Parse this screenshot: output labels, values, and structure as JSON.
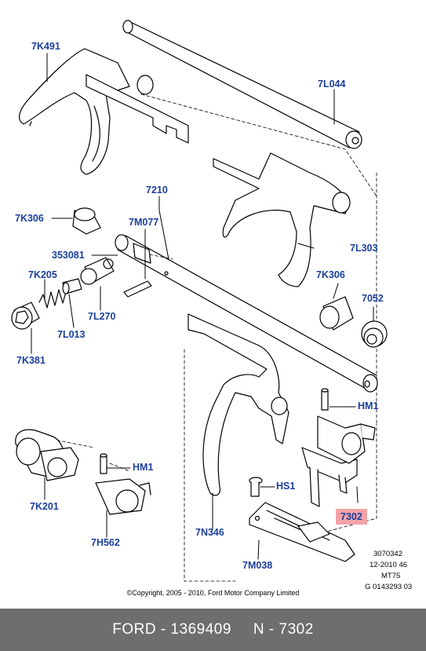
{
  "callouts": {
    "c7k491": "7K491",
    "c7l044": "7L044",
    "c7210": "7210",
    "c7k306a": "7K306",
    "c7m077": "7M077",
    "c353081": "353081",
    "c7l303": "7L303",
    "c7k205": "7K205",
    "c7k306b": "7K306",
    "c7052": "7052",
    "c7l270": "7L270",
    "c7l013": "7L013",
    "c7k381": "7K381",
    "chm1a": "HM1",
    "c7k201": "7K201",
    "chm1b": "HM1",
    "chs1": "HS1",
    "c7302": "7302",
    "c7h562": "7H562",
    "c7n346": "7N346",
    "c7m038": "7M038"
  },
  "highlight_color": "#f3a3a8",
  "callout_color": "#1a3f9c",
  "meta": {
    "line1": "3070342",
    "line2": "12-2010 46",
    "line3": "MT75",
    "line4": "G 0143293 03"
  },
  "copyright": "©Copyright, 2005 - 2010, Ford Motor Company Limited",
  "footer": {
    "brand_part": "FORD - 1369409",
    "number": "N - 7302"
  }
}
